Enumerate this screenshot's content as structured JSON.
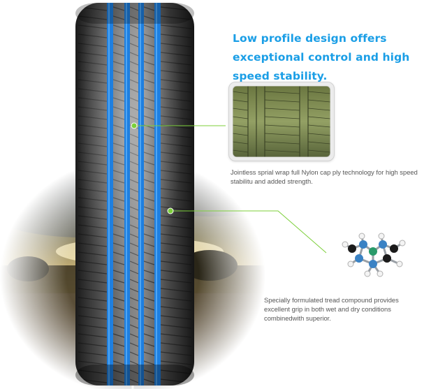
{
  "headline": "Low profile design offers exceptional control and high speed stability.",
  "features": [
    {
      "caption": "Jointless sprial wrap full Nylon cap ply technology for high speed stabilitu and added strength."
    },
    {
      "caption": "Specially formulated tread compound provides excellent grip in both wet and dry conditions combinedwith superior."
    }
  ],
  "colors": {
    "accent_blue": "#1a9ee6",
    "groove_blue": "#1e7fe0",
    "callout_green": "#7ccf3a",
    "tread_green": "#7d8a52",
    "caption_gray": "#555555"
  },
  "icons": {
    "tire": "tire-tread-illustration",
    "background": "road-sunset-scene",
    "tread_closeup": "tread-closeup-image",
    "compound": "molecule-icon"
  }
}
